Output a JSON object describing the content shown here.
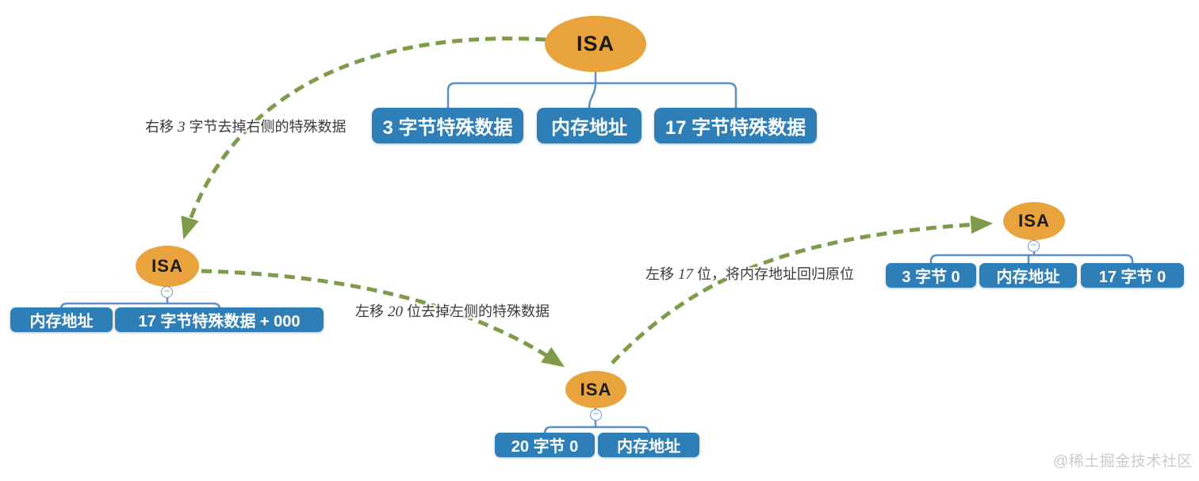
{
  "palette": {
    "node_fill": "#E8A33C",
    "node_text": "#1A1A1A",
    "box_fill": "#2E7FB8",
    "box_text": "#FFFFFF",
    "connector_line": "#5D8EC6",
    "arrow_line": "#7E9B4A",
    "edge_label_text": "#3B3B3B",
    "watermark_text": "#CBCBCB"
  },
  "icons": {
    "collapse_glyph": "−"
  },
  "clusters": {
    "top": {
      "root_label": "ISA",
      "children": [
        "3 字节特殊数据",
        "内存地址",
        "17 字节特殊数据"
      ]
    },
    "left": {
      "root_label": "ISA",
      "children": [
        "内存地址",
        "17 字节特殊数据 + 000"
      ]
    },
    "bottom": {
      "root_label": "ISA",
      "children": [
        "20 字节 0",
        "内存地址"
      ]
    },
    "right": {
      "root_label": "ISA",
      "children": [
        "3 字节 0",
        "内存地址",
        "17 字节 0"
      ]
    }
  },
  "edge_labels": {
    "shift_right_3": {
      "pre": "右移 ",
      "num": "3",
      "post": " 字节去掉右侧的特殊数据"
    },
    "shift_left_20": {
      "pre": "左移 ",
      "num": "20",
      "post": " 位去掉左侧的特殊数据"
    },
    "shift_left_17": {
      "pre": "左移 ",
      "num": "17",
      "post": " 位，将内存地址回归原位"
    }
  },
  "watermark": "@稀土掘金技术社区"
}
